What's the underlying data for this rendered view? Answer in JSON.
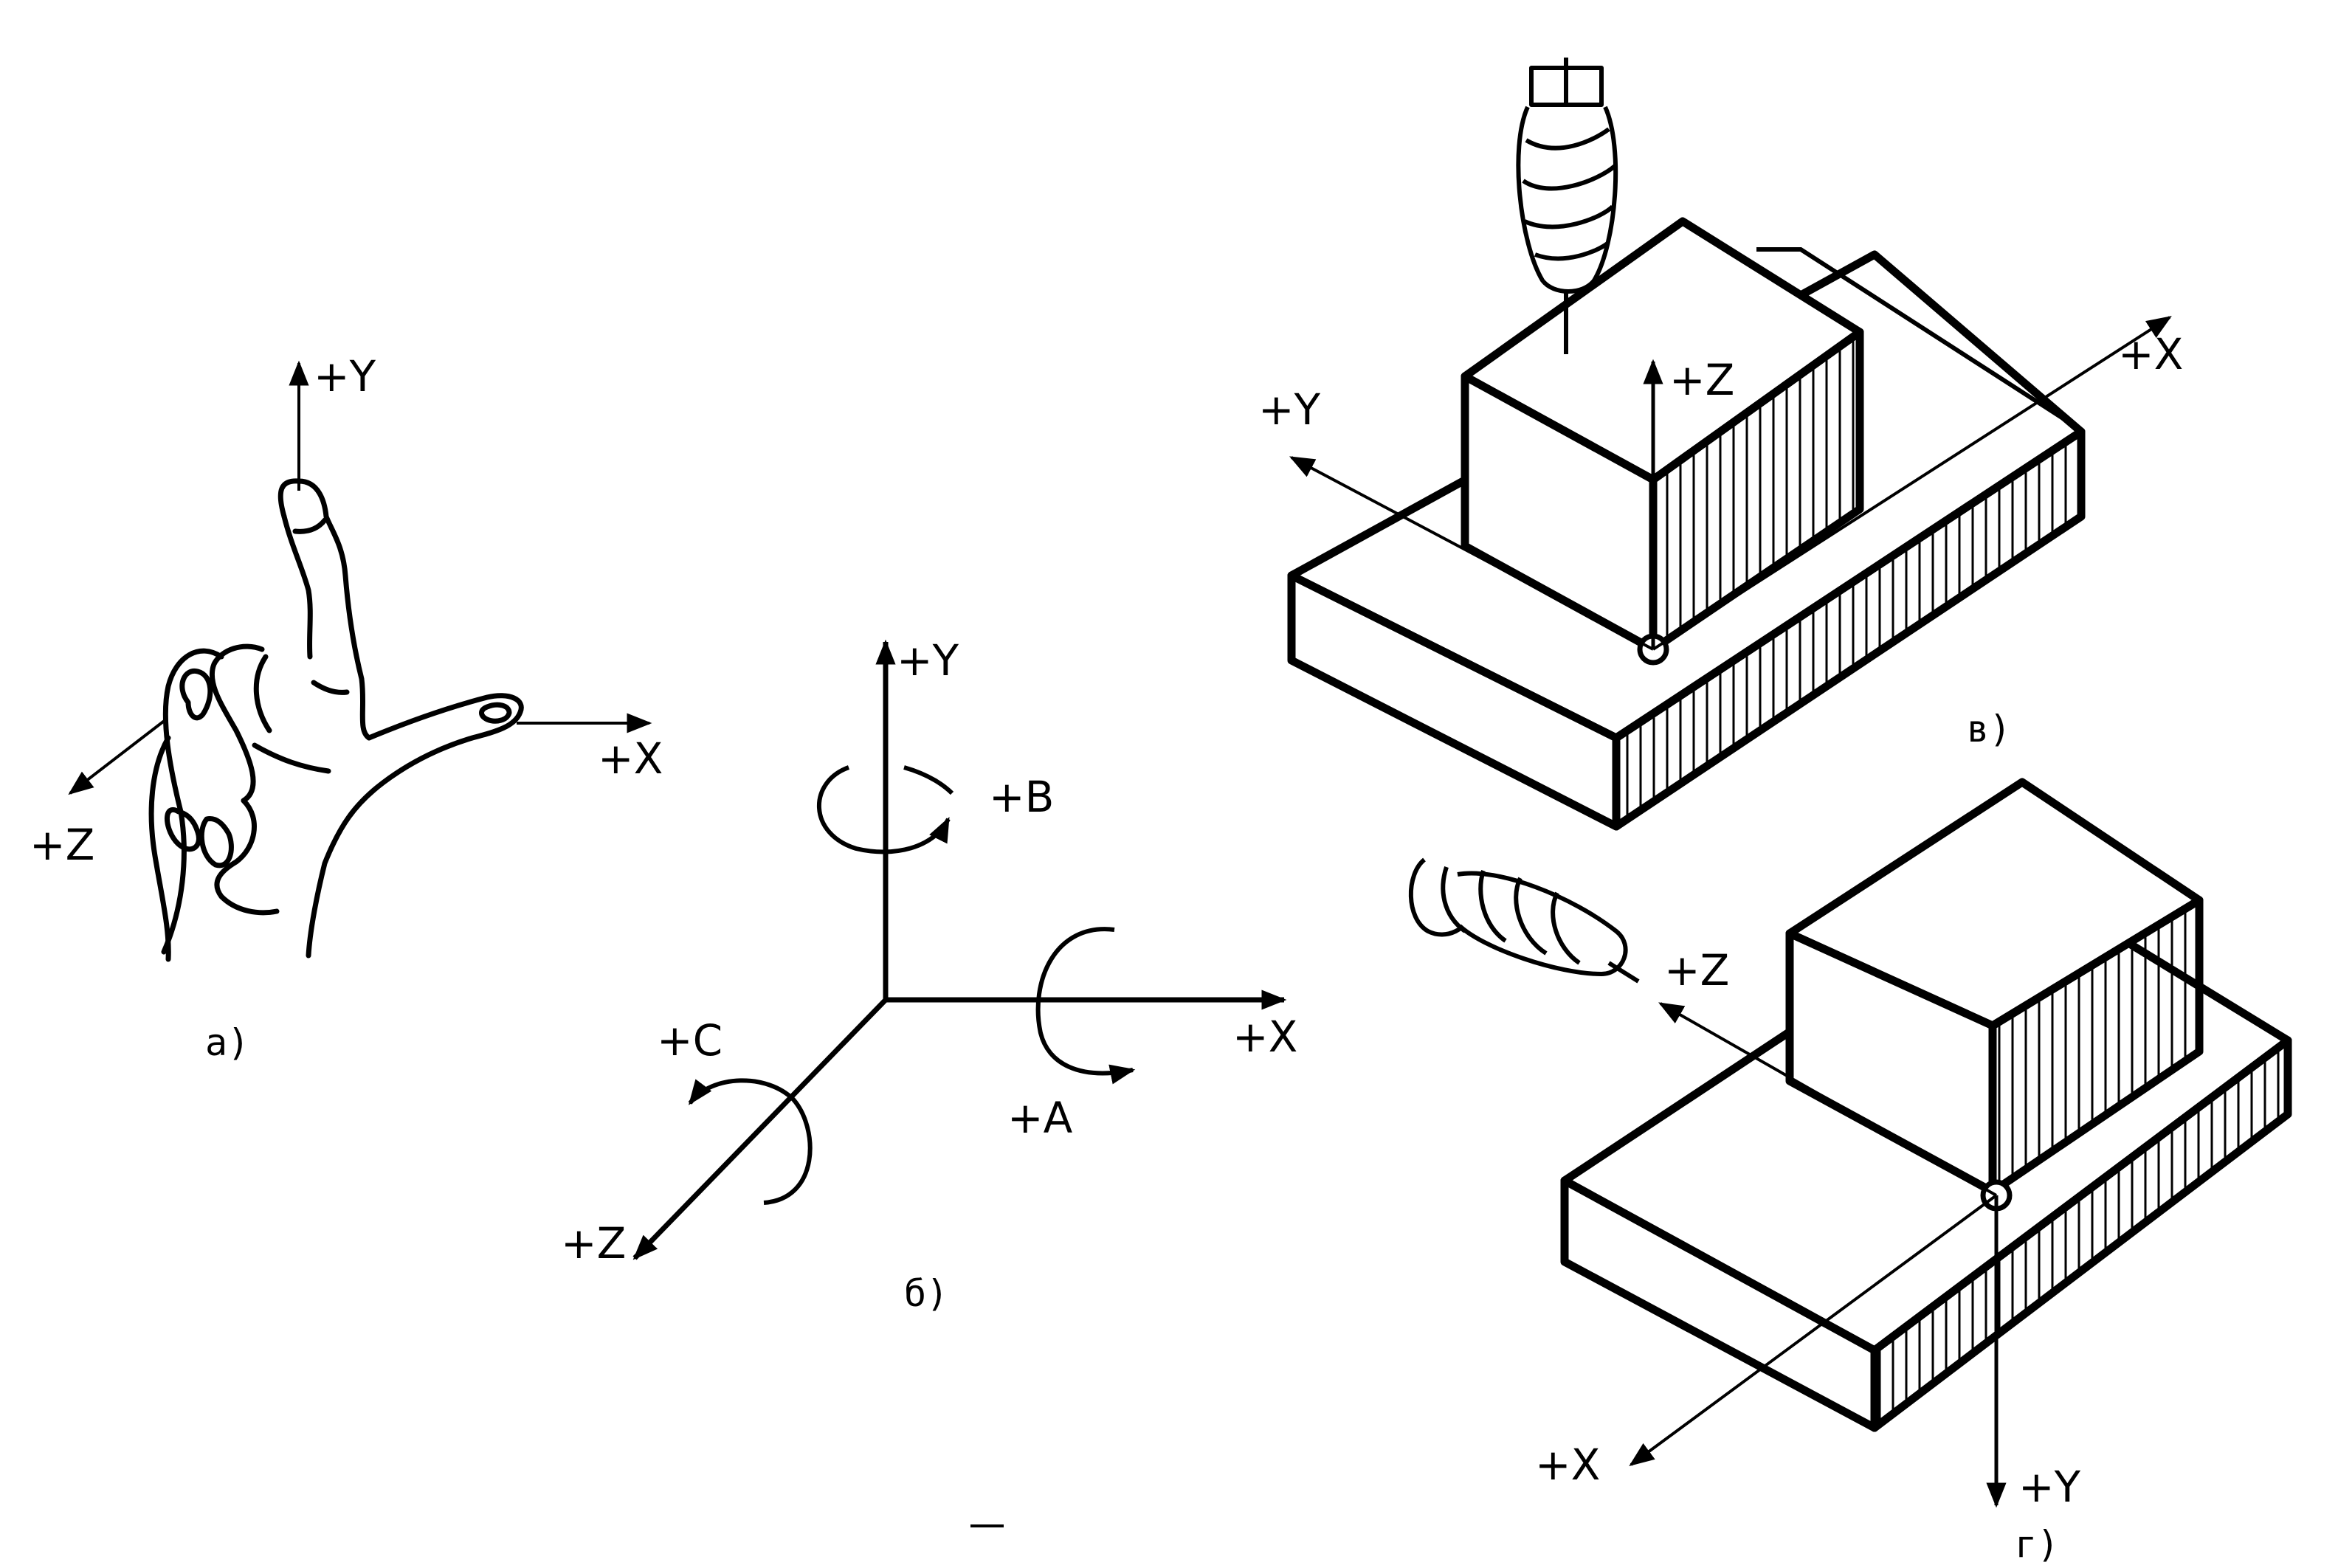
{
  "panels": {
    "a": {
      "caption": "а)",
      "axes": {
        "y": "+Y",
        "x": "+X",
        "z": "+Z"
      }
    },
    "b": {
      "caption": "б)",
      "axes": {
        "y": "+Y",
        "x": "+X",
        "z": "+Z"
      },
      "rotations": {
        "about_y": "+B",
        "about_x": "+A",
        "about_z": "+C"
      }
    },
    "v": {
      "caption": "в)",
      "axes": {
        "z": "+Z",
        "y": "+Y",
        "x": "+X"
      }
    },
    "g": {
      "caption": "г)",
      "axes": {
        "z": "+Z",
        "x": "+X",
        "y": "+Y"
      }
    }
  },
  "colors": {
    "ink": "#000000",
    "paper": "#ffffff"
  }
}
